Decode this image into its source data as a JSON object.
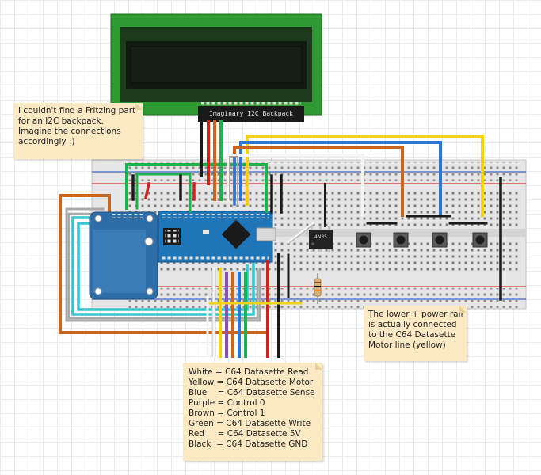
{
  "notes": {
    "i2c": {
      "lines": [
        "I couldn't find a Fritzing part",
        "for an I2C backpack.",
        "Imagine the connections",
        "accordingly :)"
      ]
    },
    "power": {
      "lines": [
        "The lower + power rail",
        "is actually connected",
        "to the C64 Datasette",
        "Motor line (yellow)"
      ]
    },
    "legend": {
      "lines": [
        "White = C64 Datasette Read",
        "Yellow = C64 Datasette Motor",
        "Blue    = C64 Datasette Sense",
        "Purple = Control 0",
        "Brown = Control 1",
        "Green = C64 Datasette Write",
        "Red     = C64 Datasette 5V",
        "Black  = C64 Datasette GND"
      ]
    }
  },
  "components": {
    "backpack_label": "Imaginary I2C Backpack",
    "chip_label": "4N35"
  },
  "colors": {
    "lcd_frame": "#2f9a31",
    "lcd_screen": "#0f1a10",
    "breadboard": "#e6e6e6",
    "rail_red": "#d8343c",
    "rail_blue": "#3a66c2",
    "sd_board": "#2d6ea8",
    "arduino": "#1e76b8",
    "wire_white": "#f4f4f4",
    "wire_yellow": "#f2d21a",
    "wire_blue": "#2c76d4",
    "wire_purple": "#8a4fb8",
    "wire_brown": "#c8651f",
    "wire_green": "#1db34a",
    "wire_red": "#cc2222",
    "wire_black": "#1a1a1a",
    "wire_cyan": "#35c5d0",
    "wire_gray": "#a8a8a8",
    "note_bg": "#fde9c4"
  }
}
